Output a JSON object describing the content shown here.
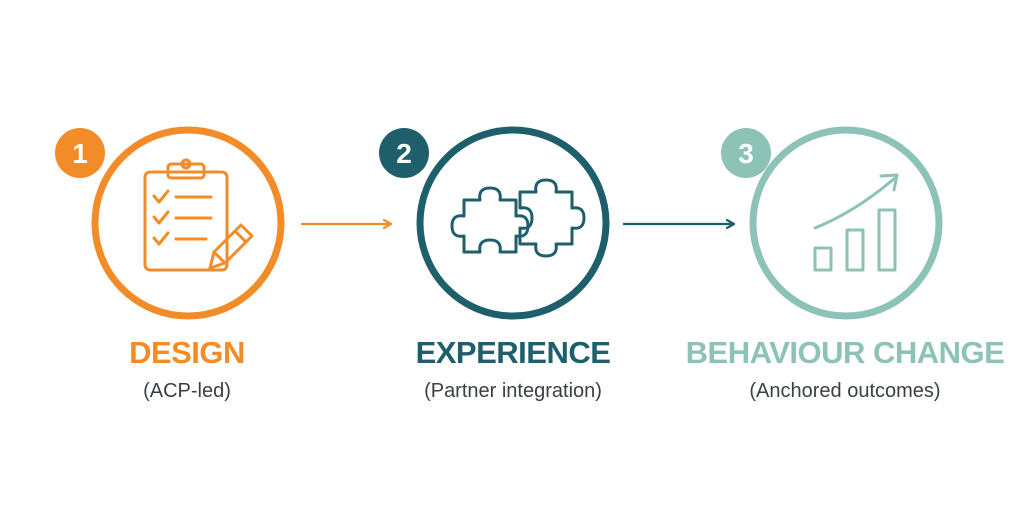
{
  "colors": {
    "step1": "#F28C28",
    "step2": "#1F5F6B",
    "step3": "#8DC3B6",
    "subtitle": "#3a3f44"
  },
  "steps": [
    {
      "number": "1",
      "title": "DESIGN",
      "subtitle": "(ACP-led)",
      "icon": "clipboard-checklist-pencil-icon"
    },
    {
      "number": "2",
      "title": "EXPERIENCE",
      "subtitle": "(Partner integration)",
      "icon": "puzzle-pieces-icon"
    },
    {
      "number": "3",
      "title": "BEHAVIOUR CHANGE",
      "subtitle": "(Anchored outcomes)",
      "icon": "growth-bar-chart-icon"
    }
  ],
  "connectors": [
    {
      "from": "1",
      "to": "2",
      "icon": "arrow-right-icon"
    },
    {
      "from": "2",
      "to": "3",
      "icon": "arrow-right-icon"
    }
  ]
}
